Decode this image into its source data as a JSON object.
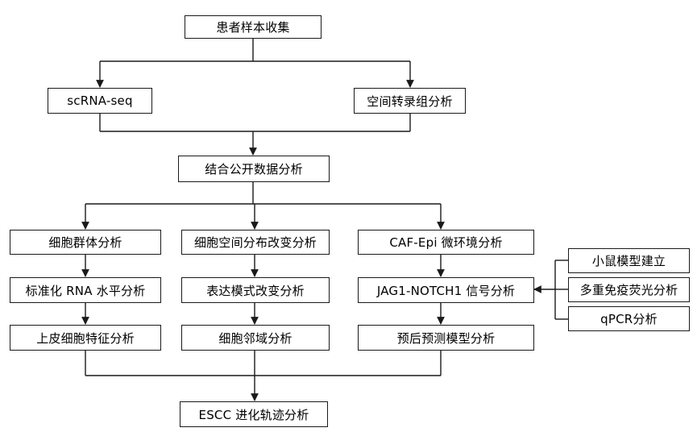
{
  "nodes": {
    "patient_sample": "患者样本收集",
    "scrna": "scRNA-seq",
    "spatial": "空间转录组分析",
    "public_data": "结合公开数据分析",
    "cell_group": "细胞群体分析",
    "normalize_rna": "标准化 RNA 水平分析",
    "epithelial": "上皮细胞特征分析",
    "spatial_dist": "细胞空间分布改变分析",
    "expr_pattern": "表达模式改变分析",
    "neighborhood": "细胞邻域分析",
    "caf_epi": "CAF-Epi 微环境分析",
    "jag1_notch1": "JAG1-NOTCH1 信号分析",
    "prognosis": "预后预测模型分析",
    "mouse_model": "小鼠模型建立",
    "multiplex_if": "多重免疫荧光分析",
    "qpcr": "qPCR分析",
    "escc_trajectory": "ESCC 进化轨迹分析"
  },
  "edges": [
    [
      "patient_sample",
      "scrna"
    ],
    [
      "patient_sample",
      "spatial"
    ],
    [
      "scrna",
      "public_data"
    ],
    [
      "spatial",
      "public_data"
    ],
    [
      "public_data",
      "cell_group"
    ],
    [
      "public_data",
      "spatial_dist"
    ],
    [
      "public_data",
      "caf_epi"
    ],
    [
      "cell_group",
      "normalize_rna"
    ],
    [
      "normalize_rna",
      "epithelial"
    ],
    [
      "spatial_dist",
      "expr_pattern"
    ],
    [
      "expr_pattern",
      "neighborhood"
    ],
    [
      "caf_epi",
      "jag1_notch1"
    ],
    [
      "jag1_notch1",
      "prognosis"
    ],
    [
      "mouse_model",
      "jag1_notch1"
    ],
    [
      "multiplex_if",
      "jag1_notch1"
    ],
    [
      "qpcr",
      "jag1_notch1"
    ],
    [
      "epithelial",
      "escc_trajectory"
    ],
    [
      "neighborhood",
      "escc_trajectory"
    ],
    [
      "prognosis",
      "escc_trajectory"
    ]
  ]
}
